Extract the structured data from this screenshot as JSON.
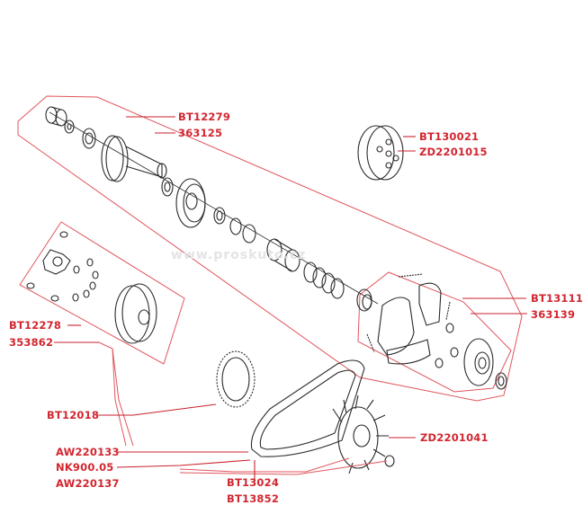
{
  "watermark": "www.proskuto.cz",
  "colors": {
    "label": "#d22630",
    "group_outline": "#e0555d",
    "leader": "#c8222c",
    "drawing": "#2a2a2a"
  },
  "labels": {
    "drive_pulley": [
      "BT12279",
      "363125"
    ],
    "clutch_bell": [
      "BT130021",
      "ZD2201015"
    ],
    "clutch_assembly": [
      "BT13111",
      "363139"
    ],
    "variator": [
      "BT12278",
      "353862"
    ],
    "starter_gear": "BT12018",
    "belt": [
      "AW220133",
      "NK900.05",
      "AW220137"
    ],
    "fan": [
      "BT13024",
      "BT13852"
    ],
    "fan_cover": "ZD2201041"
  }
}
